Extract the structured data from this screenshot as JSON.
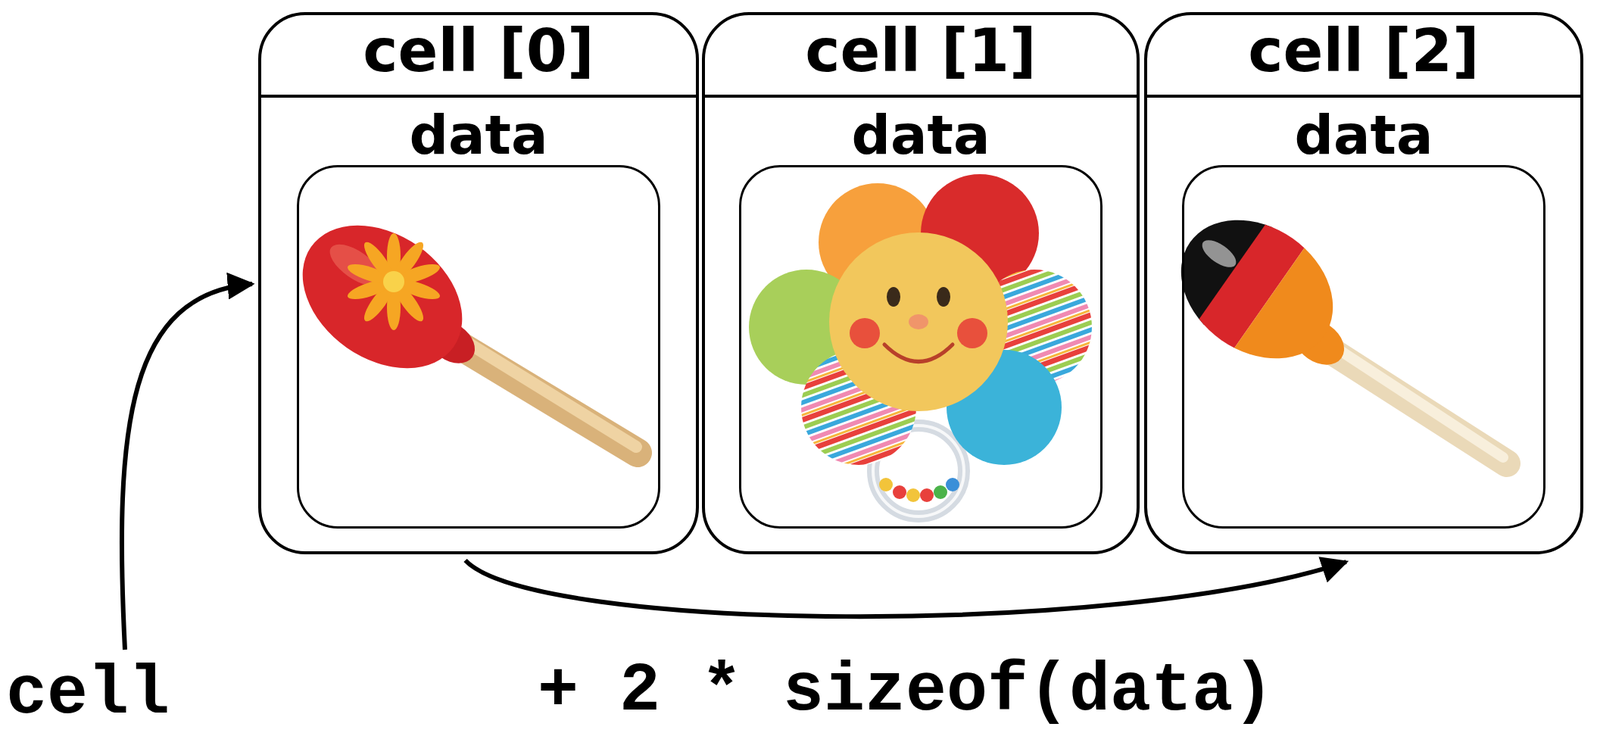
{
  "diagram": {
    "nodes": [
      {
        "text": [
          "cell [0]"
        ]
      },
      {
        "text": [
          "data"
        ],
        "in": 0
      },
      {
        "text": [
          "cell [1]"
        ]
      },
      {
        "text": [
          "data"
        ],
        "in": 2
      },
      {
        "text": [
          "cell [2]"
        ]
      },
      {
        "text": [
          "data"
        ],
        "in": 4
      }
    ],
    "edges": [
      {
        "from": 0,
        "to": 4,
        "arrow": "to",
        "label": "+ 2 * sizeof(data)"
      }
    ],
    "labels": [
      "cell"
    ]
  }
}
